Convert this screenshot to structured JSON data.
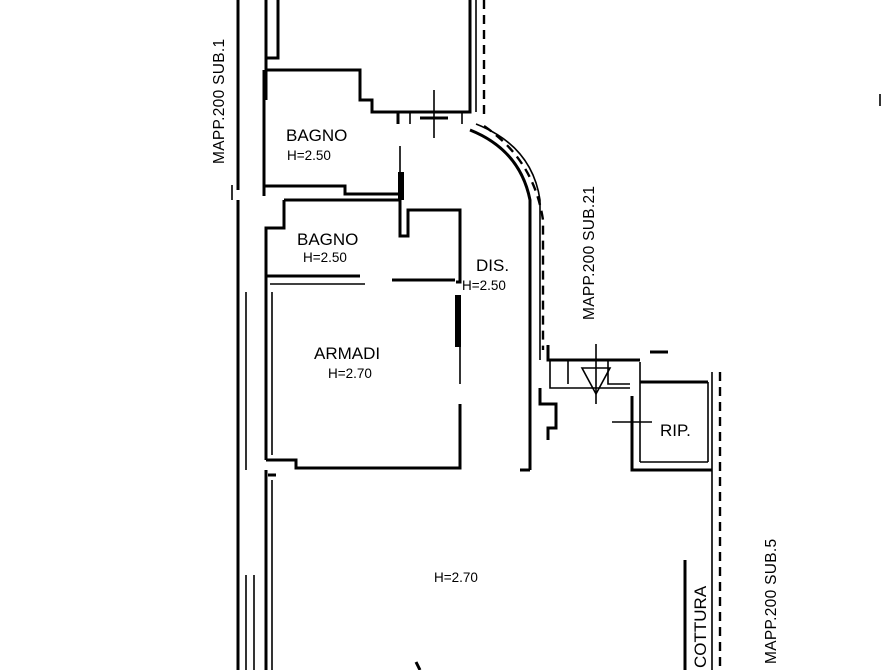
{
  "rooms": {
    "bagno_1": {
      "name": "BAGNO",
      "height": "H=2.50"
    },
    "bagno_2": {
      "name": "BAGNO",
      "height": "H=2.50"
    },
    "disimpegno": {
      "name": "DIS.",
      "height": "H=2.50"
    },
    "armadi": {
      "name": "ARMADI",
      "height": "H=2.70"
    },
    "ripostiglio": {
      "name": "RIP."
    },
    "soggiorno": {
      "height": "H=2.70"
    },
    "cottura": {
      "name": "COTTURA"
    }
  },
  "boundaries": {
    "left": "MAPP.200 SUB.1",
    "middle": "MAPP.200 SUB.21",
    "right": "MAPP.200 SUB.5"
  },
  "colors": {
    "ink": "#000000",
    "paper": "#ffffff"
  }
}
